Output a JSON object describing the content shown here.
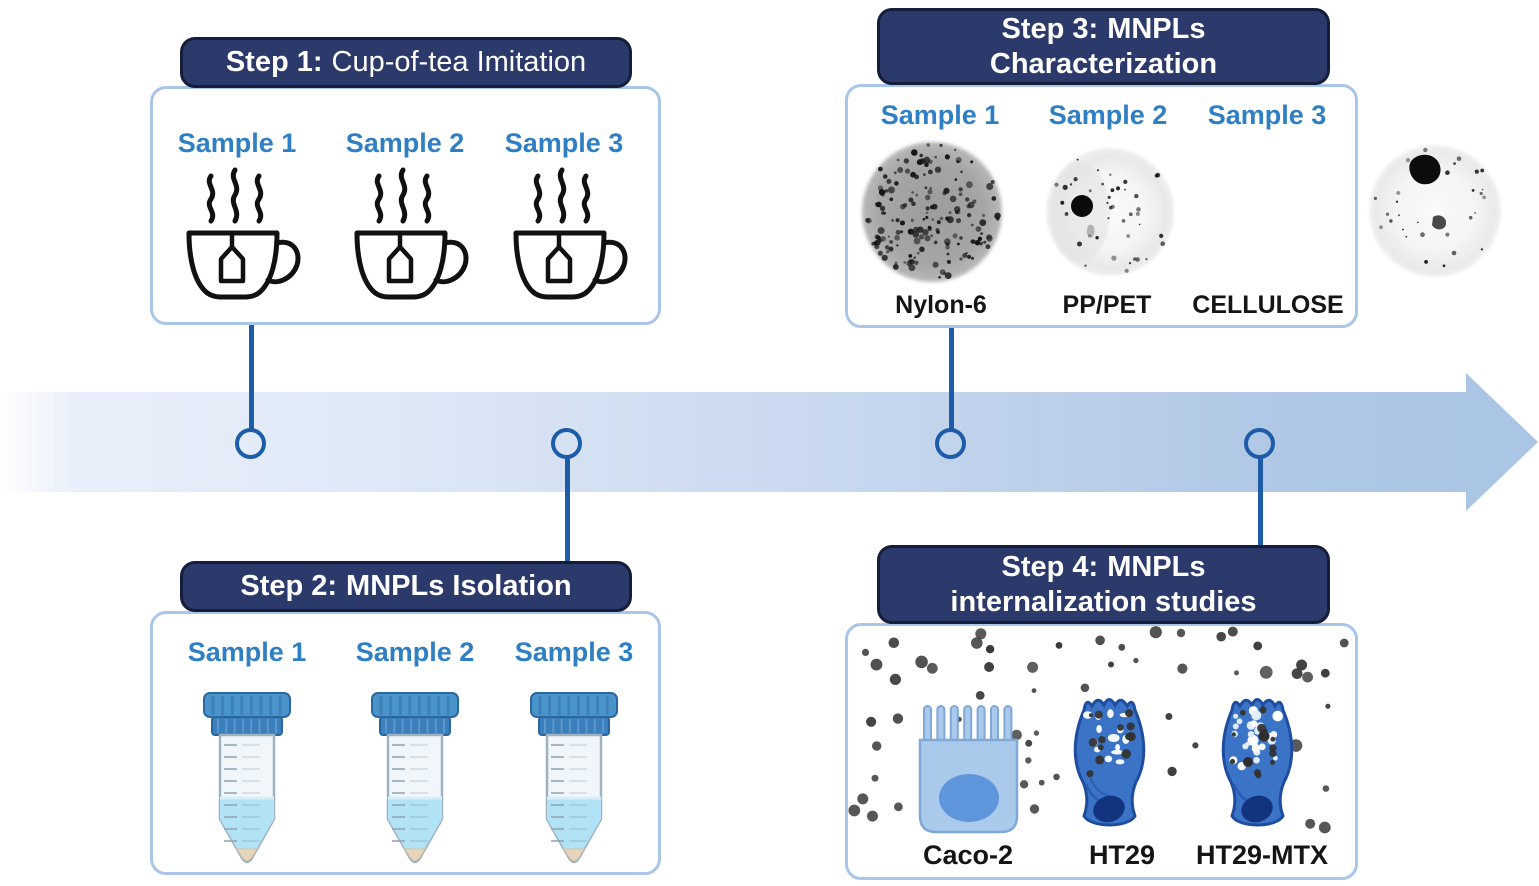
{
  "figure": {
    "type": "study-workflow-diagram",
    "direction": "left-to-right timeline"
  },
  "colors": {
    "header_bg": "#2b3a6b",
    "header_border": "#141d3a",
    "header_text": "#ffffff",
    "panel_border": "#a9c6e8",
    "sample_label_blue": "#2f7fc4",
    "connector_blue": "#1d5ca8",
    "arrow_band_light": "#e9effa",
    "arrow_band_dark": "#abc5e4",
    "tube_cap_blue": "#4a94cc",
    "tube_liquid": "#b1e2f5",
    "caco2_fill": "#aacaec",
    "ht29_fill": "#3b74c6",
    "particle_gray": "#3a3a3a"
  },
  "step1": {
    "title_prefix": "Step 1:",
    "title_rest": "Cup-of-tea Imitation",
    "samples": [
      "Sample 1",
      "Sample 2",
      "Sample 3"
    ]
  },
  "step2": {
    "title_prefix": "Step 2:",
    "title_rest": "MNPLs Isolation",
    "samples": [
      "Sample 1",
      "Sample 2",
      "Sample 3"
    ]
  },
  "step3": {
    "title_prefix": "Step 3:",
    "title_line1_rest": "MNPLs",
    "title_line2": "Characterization",
    "samples": [
      "Sample 1",
      "Sample 2",
      "Sample 3"
    ],
    "materials": [
      "Nylon-6",
      "PP/PET",
      "CELLULOSE"
    ]
  },
  "step4": {
    "title_prefix": "Step 4:",
    "title_line1_rest": "MNPLs",
    "title_line2": "internalization studies",
    "cell_lines": [
      "Caco-2",
      "HT29",
      "HT29-MTX"
    ]
  }
}
